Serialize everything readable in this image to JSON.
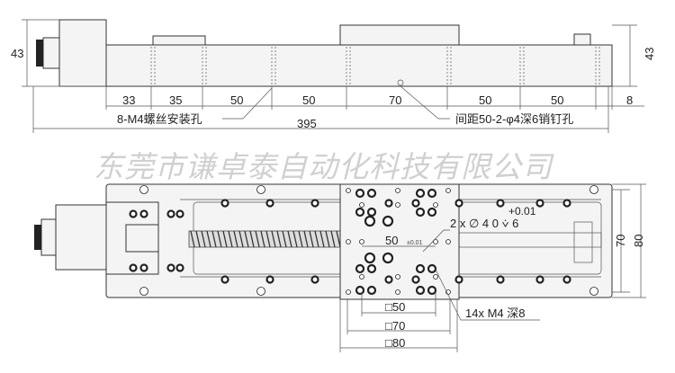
{
  "side_view": {
    "height_left": "43",
    "height_right": "43",
    "spacings": [
      "33",
      "35",
      "50",
      "50",
      "70",
      "50",
      "50",
      "8"
    ],
    "total_length": "395",
    "note_screw_holes": "8-M4螺丝安装孔",
    "note_pin_holes": "间距50-2-φ4深6销钉孔"
  },
  "watermark": "东莞市谦卓泰自动化科技有限公司",
  "top_view": {
    "pin_callout": "2 x  ∅ 4   0    ⩒ 6",
    "pin_tolerance": "+0.01",
    "pin_spacing": "50",
    "pin_spacing_tol": "±0.01",
    "width_inner": "70",
    "width_outer": "80",
    "carriage_holes_note": "14x  M4 深8",
    "square_50": "□50",
    "square_70": "□70",
    "square_80": "□80"
  }
}
